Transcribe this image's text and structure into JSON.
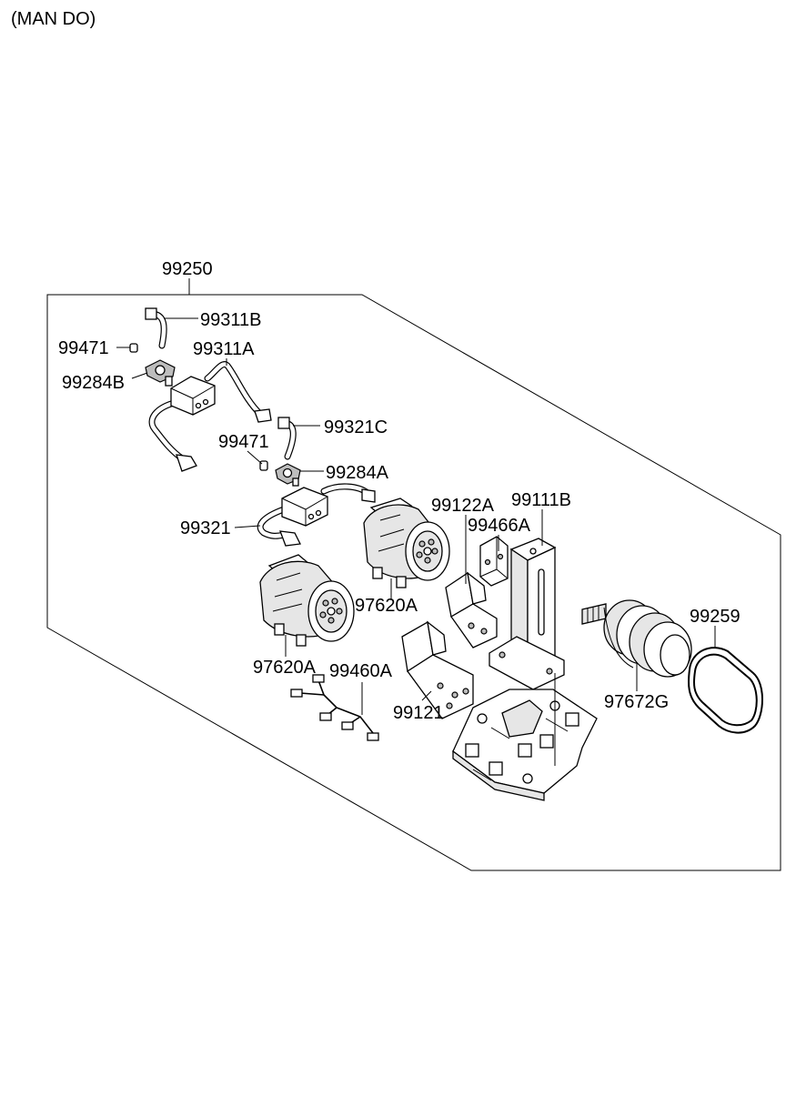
{
  "header": {
    "variant": "(MAN DO)"
  },
  "labels": {
    "l99250": "99250",
    "l99311B": "99311B",
    "l99471a": "99471",
    "l99311A": "99311A",
    "l99284B": "99284B",
    "l99321C": "99321C",
    "l99471b": "99471",
    "l99284A": "99284A",
    "l99321": "99321",
    "l99122A": "99122A",
    "l99111B": "99111B",
    "l99466A": "99466A",
    "l97620A_top": "97620A",
    "l97620A_bottom": "97620A",
    "l99460A": "99460A",
    "l99121": "99121",
    "l99259": "99259",
    "l97672G": "97672G"
  }
}
